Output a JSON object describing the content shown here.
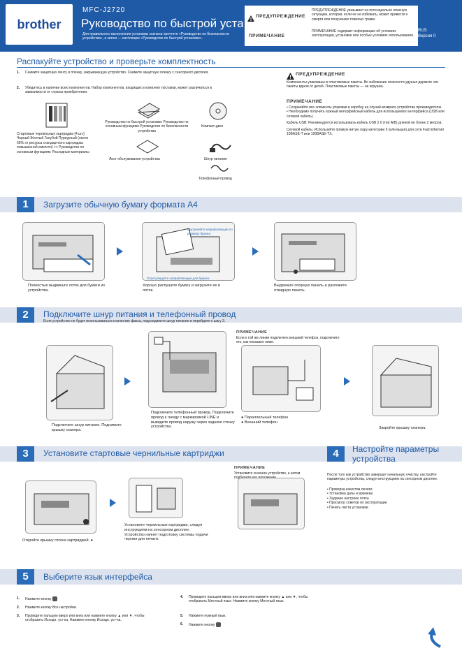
{
  "header": {
    "logo": "brother",
    "model": "MFC-J2720",
    "title": "Руководство по быстрой установке",
    "subtitle": "Для правильного выполнения установки сначала прочтите «Руководство по безопасности устройства», а затем — настоящее «Руководство по быстрой установке».",
    "warning_label": "ПРЕДУПРЕЖДЕНИЕ",
    "warning_text": "ПРЕДУПРЕЖДЕНИЕ указывает на потенциально опасную ситуацию, которая, если ее не избежать, может привести к смерти или получению тяжелых травм.",
    "note_label": "ПРИМЕЧАНИЕ",
    "note_text": "ПРИМЕЧАНИЕ содержит информацию об условиях эксплуатации, установке или особых условиях использования.",
    "lang": "RUS",
    "version": "Версия 0"
  },
  "unpack": {
    "title": "Распакуйте устройство и проверьте комплектность",
    "step1": "Снимите защитную ленту и пленку, закрывающую устройство. Снимите защитную пленку с сенсорного дисплея.",
    "step2": "Убедитесь в наличии всех компонентов. Набор компонентов, входящих в комплект поставки, может различаться в зависимости от страны приобретения.",
    "cartridges": "Стартовые чернильные картриджи [4 шт.] Черный Желтый Голубой Пурпурный (около 65% от ресурса стандартного картриджа повышенной емкости) >> Руководство по основным функциям: Расходные материалы",
    "manuals": "Руководство по быстрой установке Руководство по основным функциям Руководство по безопасности устройства",
    "cd": "Компакт-диск",
    "sheet": "Лист обслуживания устройства",
    "cord": "Шнур питания",
    "phone": "Телефонный провод",
    "warn_label": "ПРЕДУПРЕЖДЕНИЕ",
    "warn_text": "Компоненты упакованы в пластиковые пакеты. Во избежание опасности удушья держите эти пакеты вдали от детей. Пластиковые пакеты — не игрушка.",
    "note_label": "ПРИМЕЧАНИЕ",
    "note_items": [
      "Сохраняйте все элементы упаковки и коробку на случай возврата устройства производителю.",
      "Необходимо получить нужный интерфейсный кабель для используемого интерфейса (USB или сетевой кабель).",
      "Кабель USB: Рекомендуется использовать кабель USB 2.0 (тип A/B) длиной не более 2 метров.",
      "Сетевой кабель: Используйте прямую витую пару категории 5 (или выше) для сети Fast Ethernet 10BASE-T или 100BASE-TX."
    ]
  },
  "s1": {
    "num": "1",
    "title": "Загрузите обычную бумагу формата A4",
    "cap1": "Полностью выдвиньте лоток для бумаги из устройства.",
    "cap2": "Хорошо распушите бумагу и загрузите ее в лоток.",
    "cap3": "Выдвиньте опорную панель и разложите откидную панель.",
    "hint1": "Выровняйте направляющие по размеру бумаги.",
    "hint2": "Отрегулируйте направляющие для бумаги."
  },
  "s2": {
    "num": "2",
    "title": "Подключите шнур питания и телефонный провод",
    "sub": "Если устройство не будет использоваться в качестве факса, подсоедините шнур питания и перейдите к шагу 3.",
    "note_label": "ПРИМЕЧАНИЕ",
    "note_text": "Если к той же линии подключен внешний телефон, подключите его, как показано ниже.",
    "cap1": "Подключите шнур питания. Поднимите крышку сканера.",
    "cap2": "Подключите телефонный провод. Подключите провод к гнезду с маркировкой LINE и выведите провод наружу через заднюю стенку устройства.",
    "cap3a": "Параллельный телефон",
    "cap3b": "Внешний телефон",
    "cap4": "Закройте крышку сканера."
  },
  "s3": {
    "num": "3",
    "title": "Установите стартовые чернильные картриджи",
    "note_label": "ПРИМЕЧАНИЕ",
    "note_text": "Установите сначала устройство, а затем подберите его положение.",
    "cap1": "Откройте крышку отсека картриджей.",
    "cap2": "Установите чернильные картриджи, следуя инструкциям на сенсорном дисплее. Устройство начнет подготовку системы подачи чернил для печати."
  },
  "s4": {
    "num": "4",
    "title": "Настройте параметры устройства",
    "text": "После того как устройство завершит начальную очистку, настройте параметры устройства, следуя инструкциям на сенсорном дисплее.",
    "items": [
      "Проверка качества печати",
      "Установка даты и времени",
      "Задание настроек лотка",
      "Просмотр советов по эксплуатации",
      "Печать листа установки"
    ]
  },
  "s5": {
    "num": "5",
    "title": "Выберите язык интерфейса",
    "left": [
      "Нажмите кнопку",
      "Нажмите кнопку Все настройки.",
      "Проведите пальцем вверх или вниз или нажмите кнопку ▲ или ▼, чтобы отобразить Исходн. уст-ка. Нажмите кнопку Исходн. уст-ка."
    ],
    "right": [
      "Проведите пальцем вверх или вниз или нажмите кнопку ▲ или ▼, чтобы отобразить Местный язык. Нажмите кнопку Местный язык.",
      "Нажмите нужный язык.",
      "Нажмите кнопку"
    ]
  }
}
